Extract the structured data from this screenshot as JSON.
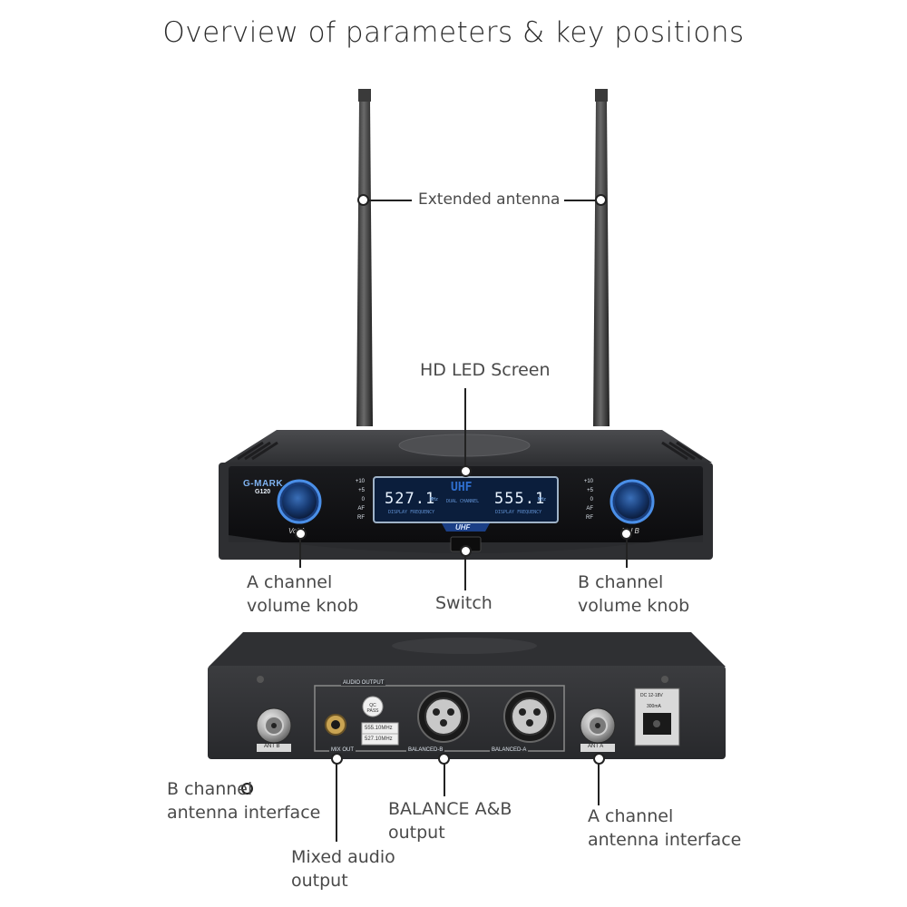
{
  "title": "Overview of parameters & key positions",
  "front": {
    "brand": "G-MARK",
    "model": "G120",
    "freq_a": "527.1",
    "freq_b": "555.1",
    "mhz": "MHz",
    "uhf_big": "UHF",
    "dual_channel": "DUAL CHANNEL",
    "display_freq": "DISPLAY FREQUENCY",
    "uhf_badge": "UHF",
    "knob_a_label": "Vol A",
    "knob_b_label": "Vol B",
    "meter_labels": [
      "+10",
      "+5",
      "0",
      "AF",
      "RF"
    ]
  },
  "rear": {
    "audio_output": "AUDIO OUTPUT",
    "mix_out": "MIX OUT",
    "balanced_b": "BALANCED-B",
    "balanced_a": "BALANCED-A",
    "ant_b": "ANT B",
    "ant_a": "ANT A",
    "qc": "QC PASS",
    "sticker_1": "555.10MHz",
    "sticker_2": "527.10MHz",
    "dc": "DC 12-18V",
    "dc_sub": "300mA"
  },
  "callouts": {
    "antenna": "Extended antenna",
    "screen": "HD LED Screen",
    "vol_a": [
      "A channel",
      "volume knob"
    ],
    "switch": "Switch",
    "vol_b": [
      "B channel",
      "volume knob"
    ],
    "ant_b_if": [
      "B channel",
      "antenna interface"
    ],
    "balance": [
      "BALANCE A&B",
      "output"
    ],
    "ant_a_if": [
      "A channel",
      "antenna interface"
    ],
    "mixed": [
      "Mixed audio",
      "output"
    ]
  },
  "colors": {
    "accent_blue": "#2f7fe0",
    "lcd_bg": "#0b1e3c",
    "body_dark": "#2e2f32"
  }
}
